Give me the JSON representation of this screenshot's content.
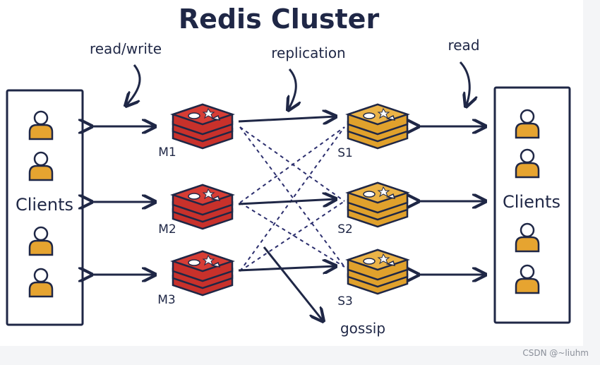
{
  "title": "Redis Cluster",
  "labels": {
    "read_write": "read/write",
    "replication": "replication",
    "read": "read",
    "gossip": "gossip"
  },
  "client_groups": {
    "left": "Clients",
    "right": "Clients"
  },
  "masters": [
    "M1",
    "M2",
    "M3"
  ],
  "slaves": [
    "S1",
    "S2",
    "S3"
  ],
  "colors": {
    "ink": "#1f2746",
    "master": "#c8312b",
    "master_dark": "#8f1d1a",
    "slave": "#e0a12c",
    "slave_dark": "#9e6b12",
    "user": "#e6a430"
  },
  "watermark": "CSDN @~liuhm"
}
